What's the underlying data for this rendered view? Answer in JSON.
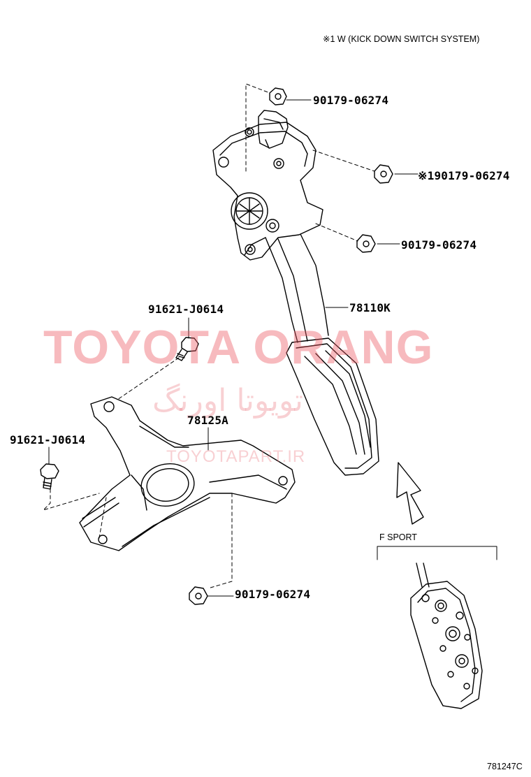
{
  "header_note": "※1 W (KICK DOWN SWITCH SYSTEM)",
  "parts": {
    "nut_top": "90179-06274",
    "nut_kickdown": "※190179-06274",
    "nut_mid": "90179-06274",
    "pedal_assy": "78110K",
    "bolt_upper": "91621-J0614",
    "bracket": "78125A",
    "bolt_left": "91621-J0614",
    "nut_bottom": "90179-06274"
  },
  "variant_label": "F SPORT",
  "figure_code": "781247C",
  "watermark": {
    "brand": "TOYOTA ORANG",
    "persian": "تویوتا اورنگ",
    "url": "TOYOTAPART.IR"
  }
}
